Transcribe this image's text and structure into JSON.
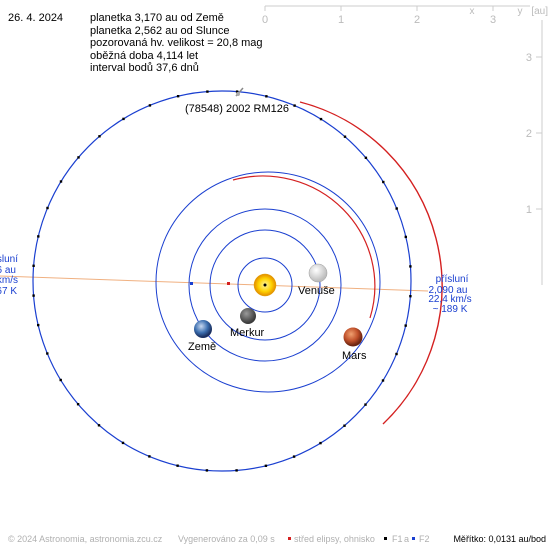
{
  "header": {
    "date": "26. 4. 2024",
    "lines": [
      "planetka 3,170 au od Země",
      "planetka 2,562 au od Slunce",
      "pozorovaná hv. velikost = 20,8 mag",
      "oběžná doba 4,114 let",
      "interval bodů 37,6 dnů"
    ]
  },
  "asteroid": {
    "name": "(78548) 2002 RM126"
  },
  "axes": {
    "x_labels": [
      "0",
      "1",
      "2",
      "3"
    ],
    "y_labels": [
      "3",
      "2",
      "1"
    ],
    "x_axis_label": "x",
    "y_axis_label": "y",
    "unit": "[au]"
  },
  "planets": {
    "venus": "Venuše",
    "mercury": "Merkur",
    "earth": "Země",
    "mars": "Mars"
  },
  "perihelion": {
    "title": "přísluní",
    "distance": "2,090 au",
    "speed": "22,4 km/s",
    "temp": "~ 189 K"
  },
  "aphelion_partial": {
    "title": "ísluní",
    "distance": "6 au",
    "speed": "km/s",
    "temp": "67 K"
  },
  "footer": {
    "copyright": "© 2024 Astronomia, astronomia.zcu.cz",
    "generated": "Vygenerováno za 0,09 s",
    "center_legend": "střed elipsy, ohnisko",
    "f1": "F1",
    "a": "a",
    "f2": "F2",
    "scale": "Měřítko: 0,0131 au/bod"
  },
  "colors": {
    "orbit": "#1a3fd0",
    "asteroid_near": "#d42020",
    "apsides_line": "#f0b080",
    "axis": "#cccccc",
    "footer_text": "#b0b0b0",
    "label_blue": "#1a3fd0"
  }
}
